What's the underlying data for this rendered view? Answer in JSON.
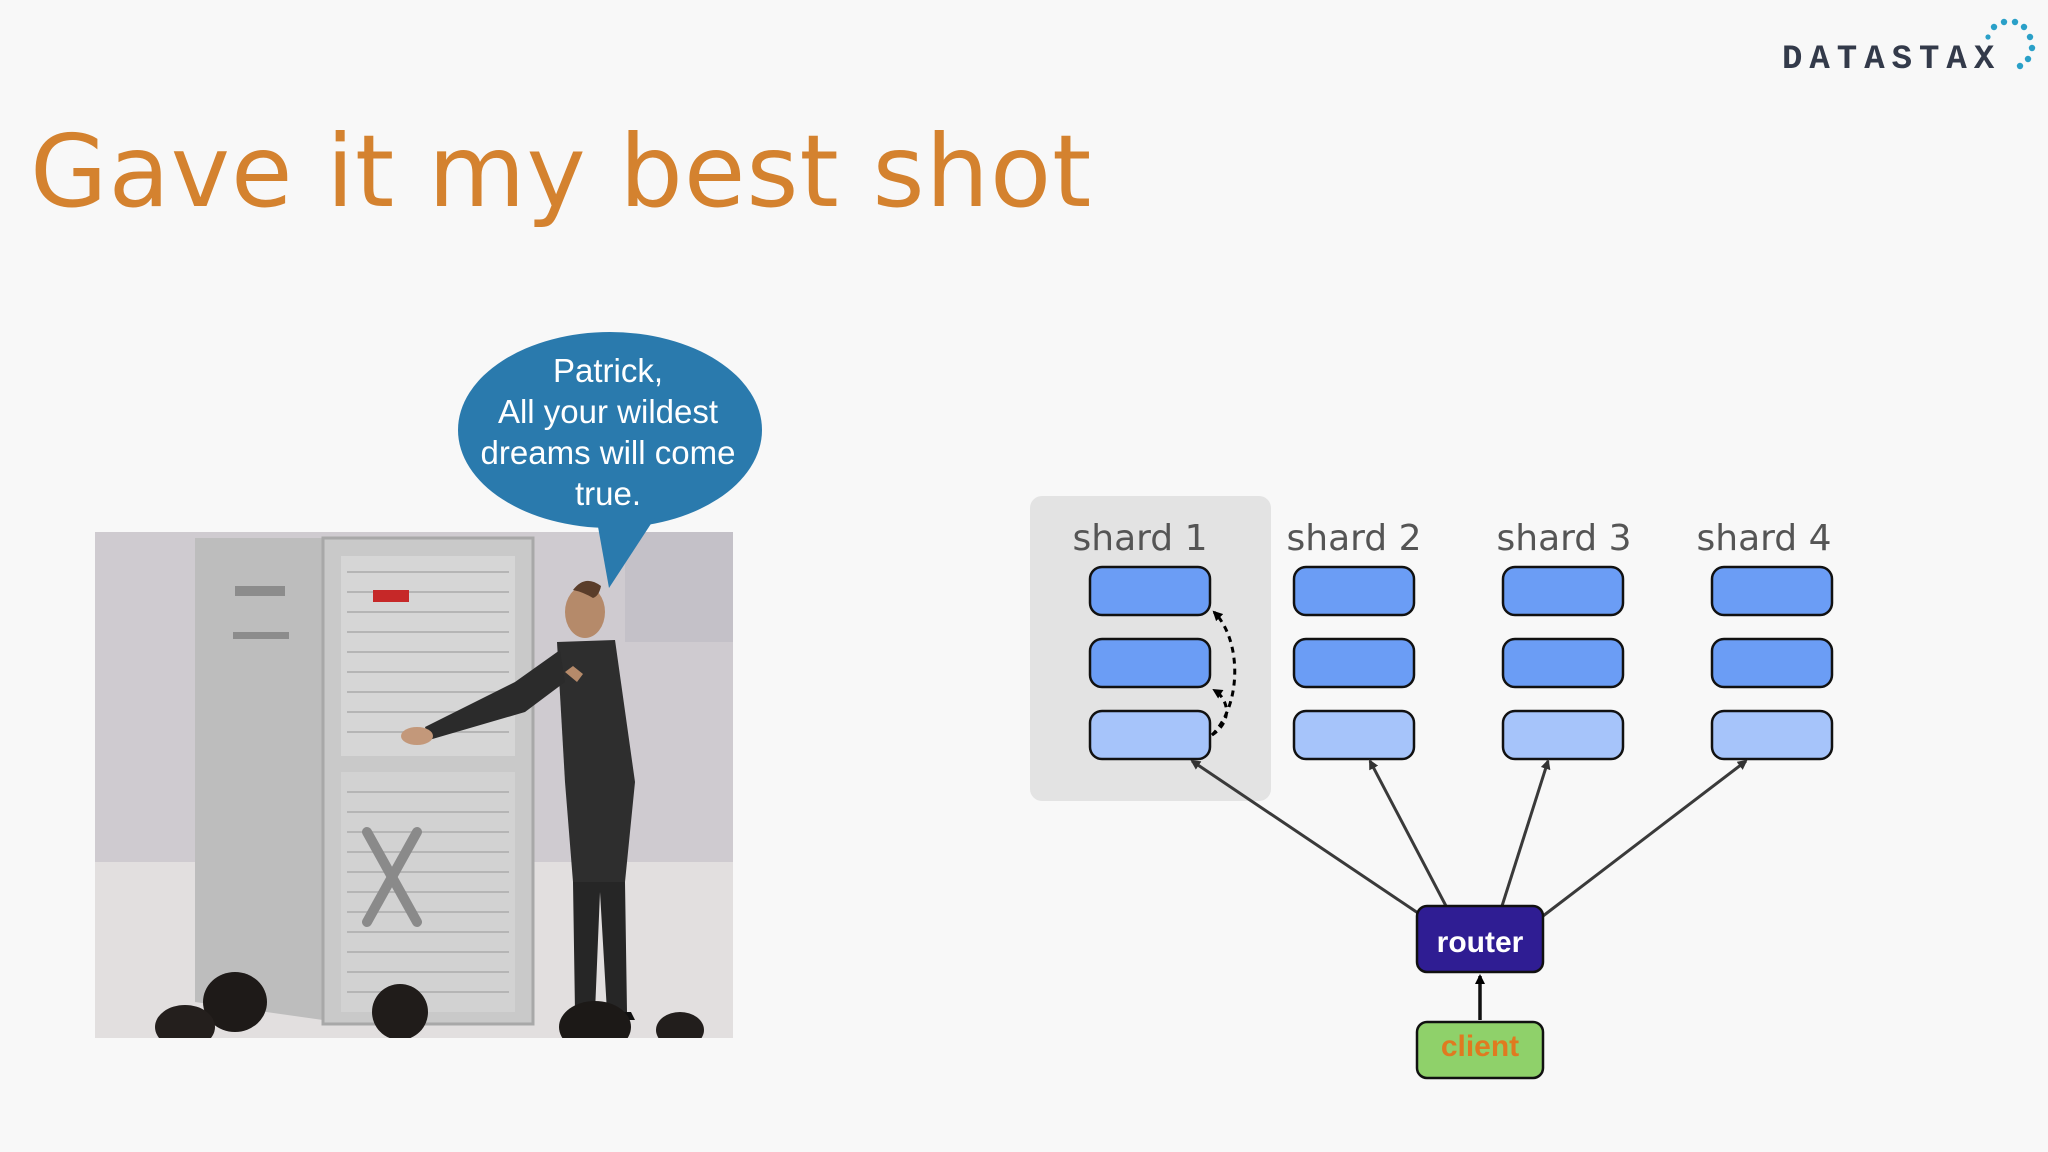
{
  "slide": {
    "title": "Gave it my best shot",
    "logo_text": "DATASTAX",
    "colors": {
      "title": "#d4822f",
      "logo": "#333a4a",
      "logo_dots": "#2aa0c8",
      "bubble": "#2a7aad",
      "replica_primary": "#6b9df5",
      "replica_secondary": "#a6c4fa",
      "highlight_panel": "#e3e3e3",
      "router": "#2f1d93",
      "client": "#8fd16a",
      "client_text": "#e07a20"
    }
  },
  "speech_bubble": {
    "lines": [
      "Patrick,",
      "All your wildest",
      "dreams will come",
      "true."
    ]
  },
  "photo": {
    "description_icon": "presenter-with-server-rack-photo"
  },
  "diagram": {
    "shards": [
      {
        "label": "shard 1",
        "highlighted": true
      },
      {
        "label": "shard 2",
        "highlighted": false
      },
      {
        "label": "shard 3",
        "highlighted": false
      },
      {
        "label": "shard 4",
        "highlighted": false
      }
    ],
    "router_label": "router",
    "client_label": "client"
  }
}
